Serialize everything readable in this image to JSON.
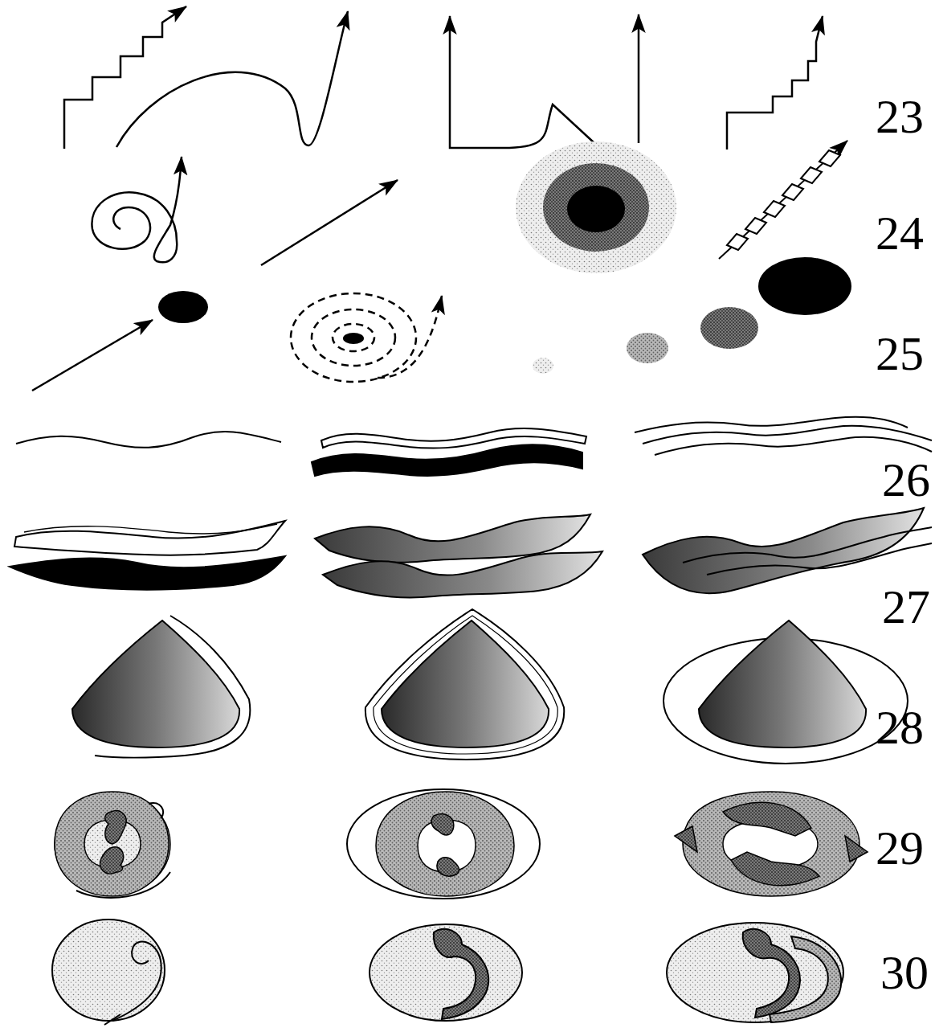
{
  "diagram": {
    "labels": [
      "23",
      "24",
      "25",
      "26",
      "27",
      "28",
      "29",
      "30"
    ]
  }
}
